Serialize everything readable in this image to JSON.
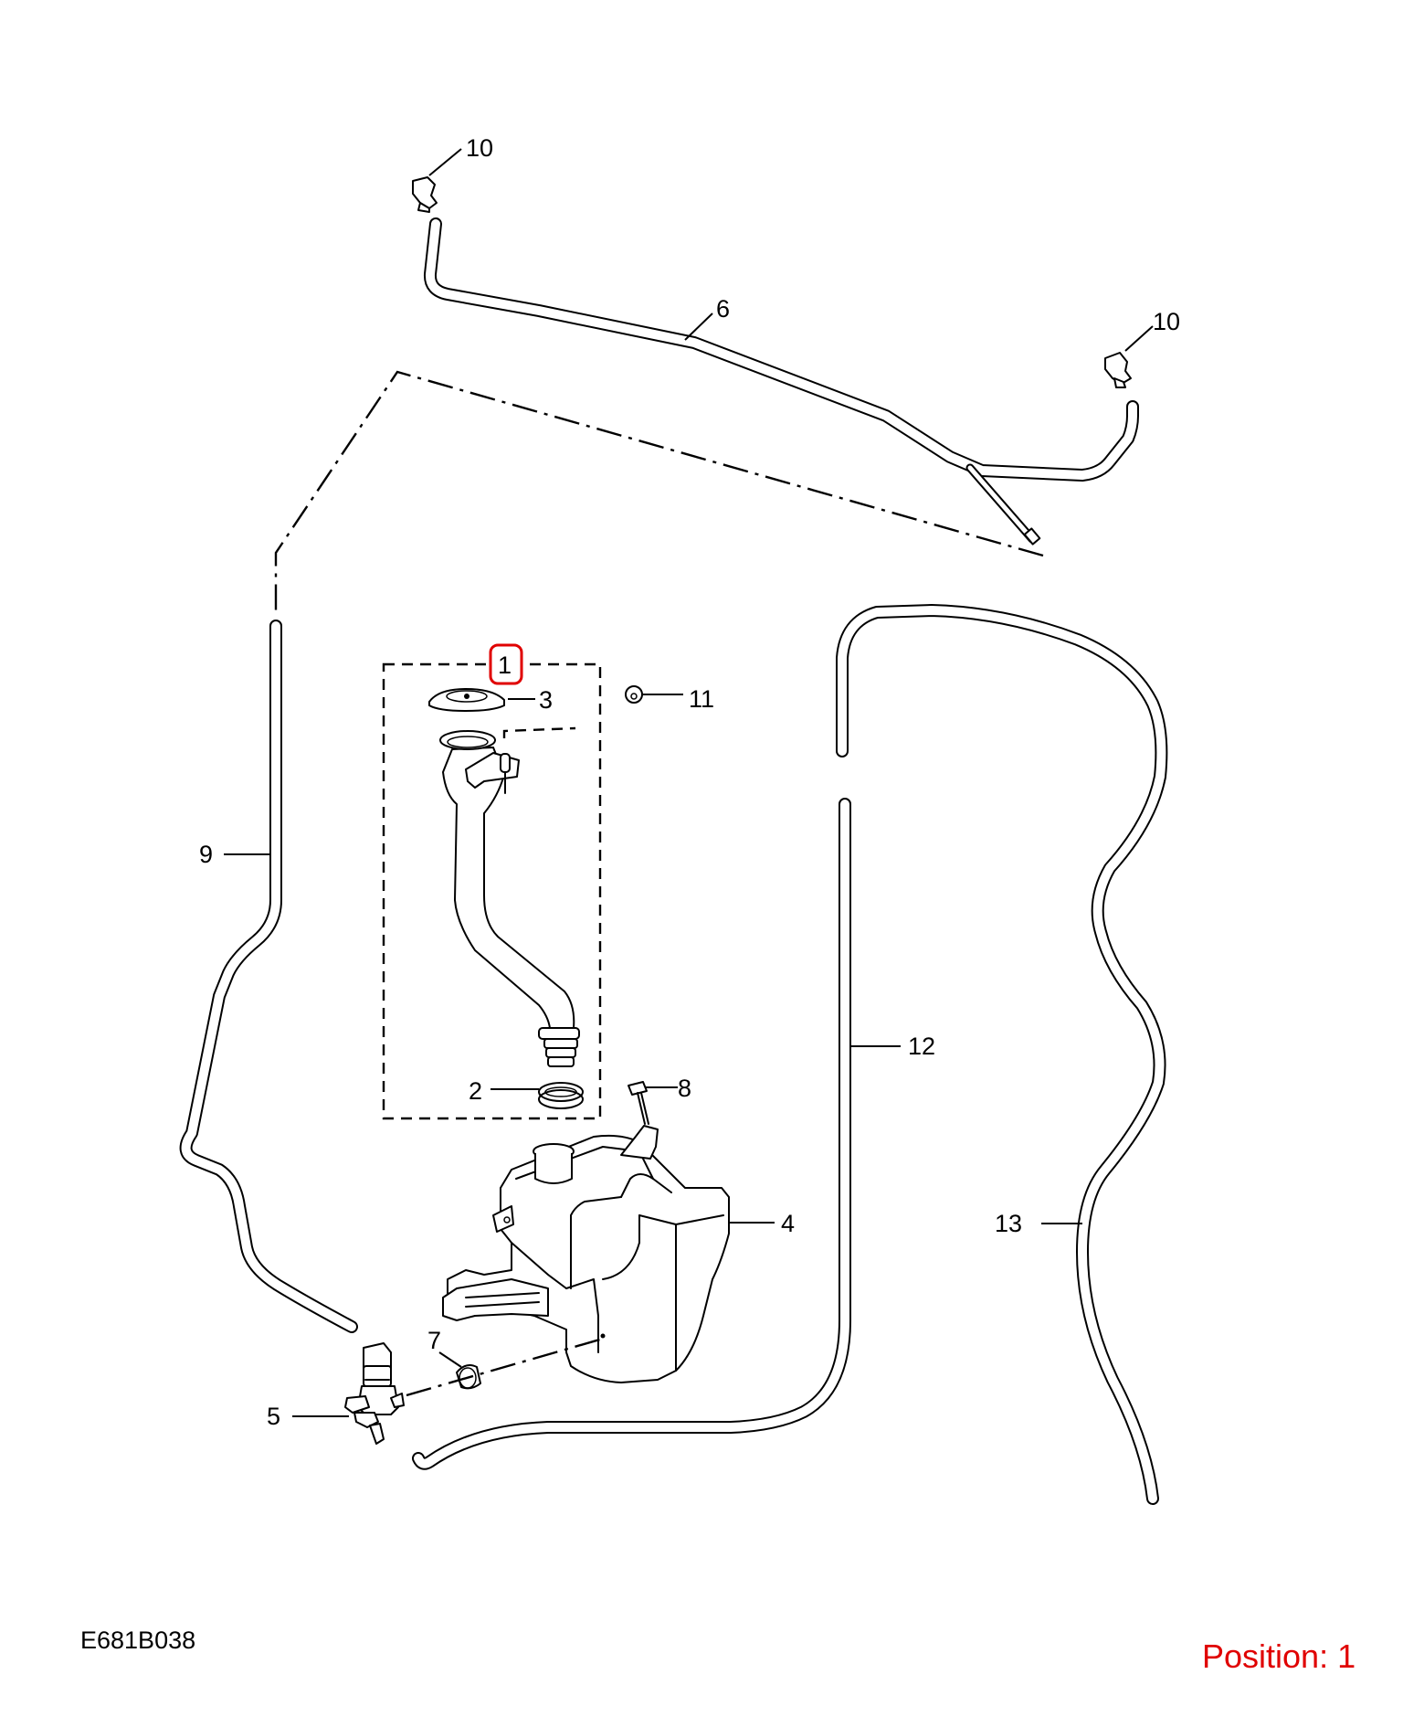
{
  "diagram_code": "E681B038",
  "position_text": "Position: 1",
  "highlight_color": "#e00000",
  "callouts": {
    "c1": "1",
    "c2": "2",
    "c3": "3",
    "c4": "4",
    "c5": "5",
    "c6": "6",
    "c7": "7",
    "c8": "8",
    "c9": "9",
    "c10a": "10",
    "c10b": "10",
    "c11": "11",
    "c12": "12",
    "c13": "13"
  }
}
